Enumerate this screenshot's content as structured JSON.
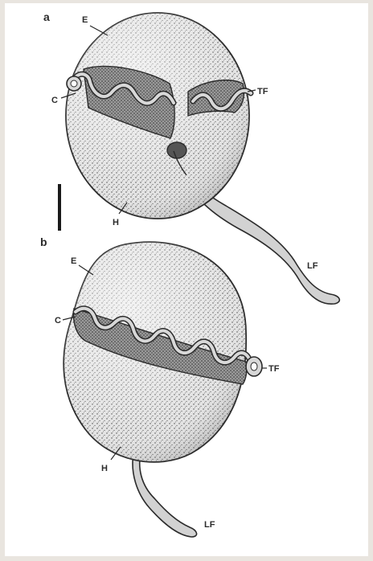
{
  "figure": {
    "panels": [
      {
        "panel_label": "a",
        "labels": {
          "epicone": "E",
          "cingulum": "C",
          "transverse_flagellum": "TF",
          "hypocone": "H",
          "longitudinal_flagellum": "LF"
        }
      },
      {
        "panel_label": "b",
        "labels": {
          "epicone": "E",
          "cingulum": "C",
          "transverse_flagellum": "TF",
          "hypocone": "H",
          "longitudinal_flagellum": "LF"
        }
      }
    ],
    "has_scale_bar": true
  },
  "colors": {
    "background": "#ffffff",
    "frame_margin": "#e9e5df",
    "cell_fill": "#d9d9d9",
    "stipple": "#3c3c3c",
    "groove_dark": "#6e6e6e",
    "flagellum_fill": "#cfcfcf",
    "outline": "#2b2b2b"
  }
}
